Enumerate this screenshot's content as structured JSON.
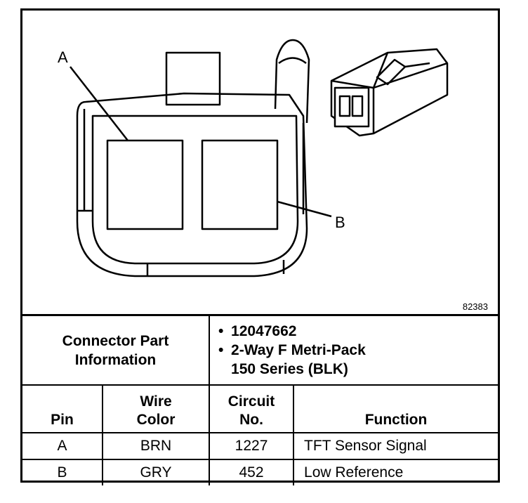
{
  "diagram": {
    "callout_a": "A",
    "callout_b": "B",
    "figure_number": "82383"
  },
  "connector_info": {
    "label": "Connector Part Information",
    "part_number": "12047662",
    "description_line1": "2-Way F Metri-Pack",
    "description_line2": "150 Series (BLK)"
  },
  "table": {
    "headers": {
      "pin": "Pin",
      "wire_color_1": "Wire",
      "wire_color_2": "Color",
      "circuit_1": "Circuit",
      "circuit_2": "No.",
      "function": "Function"
    },
    "rows": [
      {
        "pin": "A",
        "wire_color": "BRN",
        "circuit": "1227",
        "function": "TFT Sensor Signal"
      },
      {
        "pin": "B",
        "wire_color": "GRY",
        "circuit": "452",
        "function": "Low Reference"
      }
    ]
  }
}
